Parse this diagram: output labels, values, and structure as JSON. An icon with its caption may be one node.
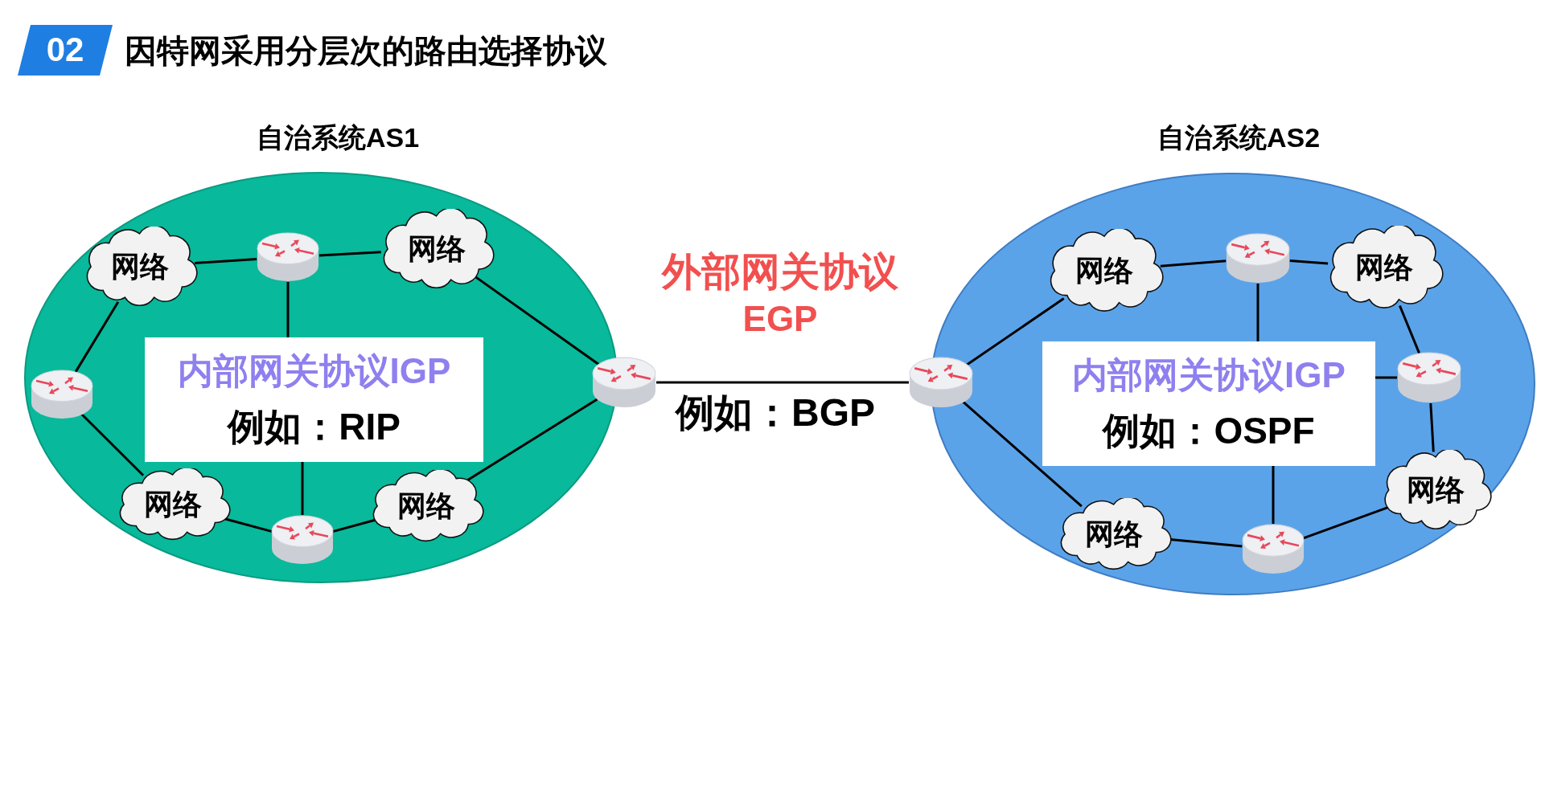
{
  "diagram": {
    "title": "因特网采用分层次的路由选择协议",
    "nodes": [
      {
        "text": [
          "02"
        ]
      },
      {
        "text": [
          "自治系统AS1"
        ]
      },
      {
        "text": [
          "网络"
        ],
        "in": 1
      },
      {
        "text": [],
        "shape": "cylinder",
        "in": 1
      },
      {
        "text": [
          "网络"
        ],
        "in": 1
      },
      {
        "text": [],
        "shape": "cylinder",
        "in": 1
      },
      {
        "text": [
          "内部网关协议IGP",
          "例如：RIP"
        ],
        "in": 1
      },
      {
        "text": [],
        "shape": "cylinder"
      },
      {
        "text": [
          "网络"
        ],
        "in": 1
      },
      {
        "text": [
          "网络"
        ],
        "in": 1
      },
      {
        "text": [],
        "shape": "cylinder",
        "in": 1
      },
      {
        "text": [
          "自治系统AS2"
        ]
      },
      {
        "text": [
          "网络"
        ],
        "in": 11
      },
      {
        "text": [],
        "shape": "cylinder",
        "in": 11
      },
      {
        "text": [
          "网络"
        ],
        "in": 11
      },
      {
        "text": [],
        "shape": "cylinder"
      },
      {
        "text": [
          "内部网关协议IGP",
          "例如：OSPF"
        ],
        "in": 11
      },
      {
        "text": [],
        "shape": "cylinder",
        "in": 11
      },
      {
        "text": [
          "网络"
        ],
        "in": 11
      },
      {
        "text": [
          "网络"
        ],
        "in": 11
      },
      {
        "text": [],
        "shape": "cylinder",
        "in": 11
      }
    ],
    "edges": [
      {
        "from": 2,
        "to": 3,
        "arrow": "none"
      },
      {
        "from": 3,
        "to": 4,
        "arrow": "none"
      },
      {
        "from": 4,
        "to": 7,
        "arrow": "none"
      },
      {
        "from": 2,
        "to": 5,
        "arrow": "none"
      },
      {
        "from": 3,
        "to": 6,
        "arrow": "none"
      },
      {
        "from": 5,
        "to": 8,
        "arrow": "none"
      },
      {
        "from": 7,
        "to": 9,
        "arrow": "none"
      },
      {
        "from": 8,
        "to": 10,
        "arrow": "none"
      },
      {
        "from": 10,
        "to": 9,
        "arrow": "none"
      },
      {
        "from": 10,
        "to": 6,
        "arrow": "none"
      },
      {
        "from": 7,
        "to": 15,
        "arrow": "none"
      },
      {
        "from": 15,
        "to": 12,
        "arrow": "none"
      },
      {
        "from": 12,
        "to": 13,
        "arrow": "none"
      },
      {
        "from": 13,
        "to": 14,
        "arrow": "none"
      },
      {
        "from": 13,
        "to": 16,
        "arrow": "none"
      },
      {
        "from": 14,
        "to": 17,
        "arrow": "none"
      },
      {
        "from": 17,
        "to": 16,
        "arrow": "none"
      },
      {
        "from": 15,
        "to": 18,
        "arrow": "none"
      },
      {
        "from": 17,
        "to": 19,
        "arrow": "none"
      },
      {
        "from": 19,
        "to": 20,
        "arrow": "none"
      },
      {
        "from": 20,
        "to": 18,
        "arrow": "none"
      },
      {
        "from": 20,
        "to": 16,
        "arrow": "none"
      }
    ],
    "labels": [
      "外部网关协议",
      "EGP",
      "例如：BGP"
    ]
  }
}
